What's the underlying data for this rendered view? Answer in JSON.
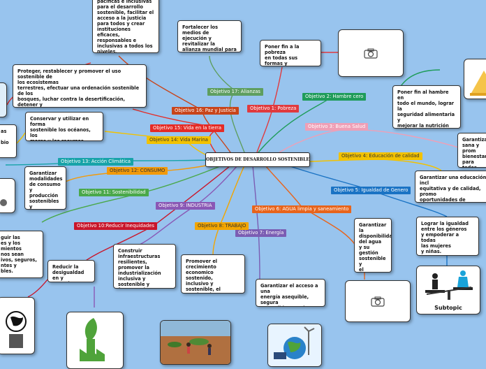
{
  "center_title": "OBJETIVOS DE DESARROLLO SOSTENIBLE",
  "colors": {
    "background": "#98c4ee",
    "obj1": "#e03a3e",
    "obj2": "#1f9c5a",
    "obj3": "#ef9fb6",
    "obj4": "#f2c200",
    "obj5": "#1a73c4",
    "obj6": "#e8641b",
    "obj7": "#7b5db3",
    "obj8": "#f2a500",
    "obj9": "#8a58b5",
    "obj10": "#c9162b",
    "obj11": "#4aa84a",
    "obj12": "#f29a0a",
    "obj13": "#17a3a8",
    "obj14": "#f2c200",
    "obj15": "#e52b26",
    "obj16": "#c8441a",
    "obj17": "#5e9e5f"
  },
  "objectives": {
    "o1": "Objetivo 1: Pobreza",
    "o2": "Objetivo 2: Hambre cero",
    "o3": "Objetivo 3: Buena Salud",
    "o4": "Objetivo 4: Educación de calidad",
    "o5": "Objetivo 5: Igualdad de Genero",
    "o6": "Objetivo 6: AGUA limpia y saneamiento",
    "o7": "Objetivo 7: Energía",
    "o8": "Objetivo 8: TRABAJO",
    "o9": "Objetivo 9: INDUSTRIA",
    "o10": "Objetivo 10:Reducir Inequidades",
    "o11": "Objetivo 11: Sostenibilidad",
    "o12": "Objetivo 12: CONSUMO",
    "o13": "Objetivo 13: Acción Climática",
    "o14": "Objetivo 14: Vida Marina",
    "o15": "Objetivo 15: Vida en la tierra",
    "o16": "Objetivo 16: Paz y Justicia",
    "o17": "Objetivo 17: Alianzas"
  },
  "descriptions": {
    "d1": "Poner fin a la pobreza\nen todas sus formas y\nen todo el mundo",
    "d2": "Poner fin al hambre en\ntodo el mundo, lograr la\nseguridad alimentaria y\nmejorar la nutrición\npromoviendo la\nagricultura sostenible",
    "d3": "Garantizar\nsana y prom\nbienestar\npara todos\nlas edades",
    "d4": "Garantizar una educación incl\nequitativa y de calidad, promo\noportunidades de aprendizaje\ntoda la vida para todos.",
    "d5": "Lograr la igualdad\nentre los géneros\ny empoderar a todas\nlas mujeres\ny niñas.",
    "d6": "Garantizar la\ndisponibilidad\ndel agua\ny su gestión\nsostenible y\nel\nsaneamiento\npara todos.",
    "d7": "Garantizar el acceso a una\nenergía asequible, segura\nsostenible y moderna para\ntodos.",
    "d8": "Promover el crecimiento\neconomico sostenido,\ninclusivo y sostenible, el\nempleo pleno y\nproductivo, el trabajo\ndecente para todos.",
    "d9": "Construir\ninfraestructuras\nresilientes, promover la\nindustrialización\ninclusiva y sostenible y\nfomentar la\ninnovación.",
    "d10": "Reducir la\ndesigualdad en y\nentre los países.",
    "d11": "guir las\nes y los\nmientos\nnos sean\nivos, seguros,\nntes y\nbles.",
    "d12": "Garantizar\nmodalidades\nde consumo y\nproducción\nsostenibles y\nresponsables.",
    "d14": "Conservar y utilizar en forma\nsostenible los océanos, los\nmares y los recursos marinos\npara el desarrollo sostenible.",
    "d14b": "as\n\nbio",
    "d15": "Proteger, restablecer y promover el uso sostenible de\nlos ecosistemas\n terrestres, efectuar una ordenación sostenible de los\nbosques, luchar contra la desertificación, detener y\nrevertir la degradación del suelo y poner freno a la\npérdida de diversidad biológica.",
    "d16": "pacíficas e inclusivas\npara el desarrollo\nsostenible, facilitar el\nacceso a la justicia\npara todos y crear\ninstituciones eficaces,\nresponsables e\ninclusivas a todos los\nniveles.",
    "d17": "Fortalecer los medios de\nejecución y revitalizar la\nalianza mundial para el\ndesarrollo sostenible."
  },
  "subtopic_label": "Subtopic",
  "icons": [
    "camera-icon",
    "gender-scale-icon",
    "factory-leaf-icon",
    "globe-icon",
    "warning-icon"
  ]
}
